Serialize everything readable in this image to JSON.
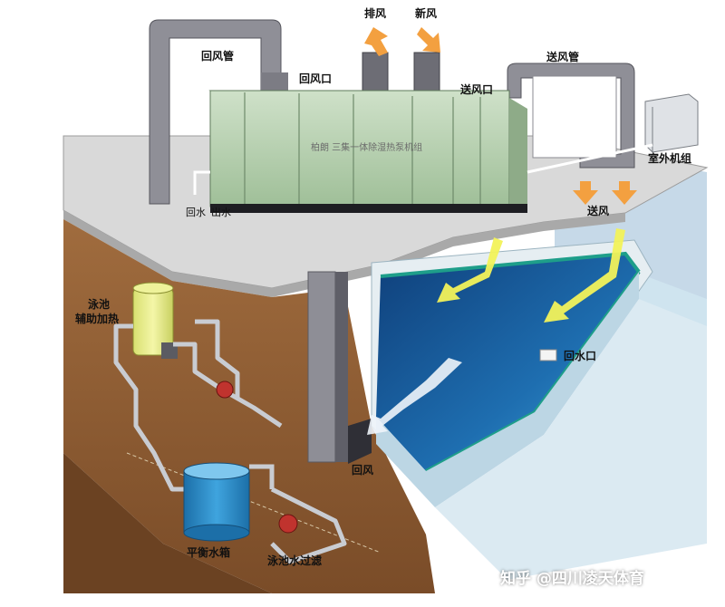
{
  "labels": {
    "exhaust_air": "排风",
    "fresh_air": "新风",
    "return_duct": "回风管",
    "return_inlet": "回风口",
    "supply_outlet": "送风口",
    "supply_duct": "送风管",
    "unit_name": "柏朗 三集一体除湿热泵机组",
    "outdoor_unit": "室外机组",
    "supply_air": "送风",
    "water_return": "回水",
    "water_out": "出水",
    "aux_heating_line1": "泳池",
    "aux_heating_line2": "辅助加热",
    "water_return_port": "回水口",
    "return_air": "回风",
    "balance_tank": "平衡水箱",
    "pool_filter": "泳池水过滤"
  },
  "watermark": "知乎 @四川凌天体育",
  "colors": {
    "arrow_orange": "#f3a040",
    "arrow_yellow": "#f2f25a",
    "unit_green": "#b9d2b4",
    "duct_gray": "#8a8a92",
    "pool_blue": "#1b5f9e",
    "earth_brown": "#8a5a32",
    "tank_blue": "#2f8fc8",
    "pump_red": "#c0332e"
  }
}
